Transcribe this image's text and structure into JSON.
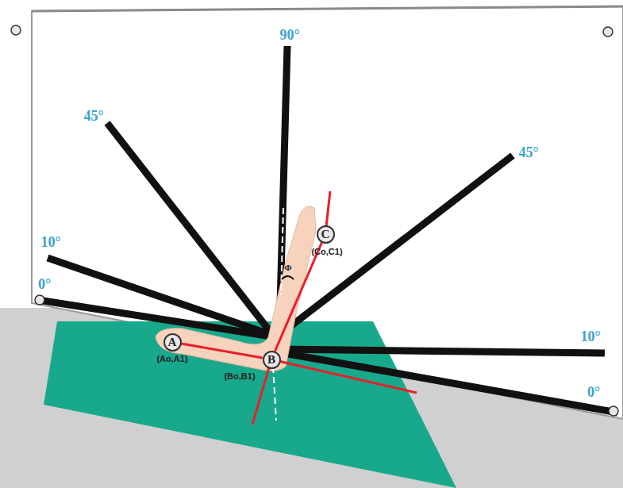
{
  "diagram": {
    "nodes": [
      {
        "text": [
          "A"
        ]
      },
      {
        "text": [
          "B"
        ]
      },
      {
        "text": [
          "C"
        ]
      }
    ],
    "edges": [
      {
        "from": 0,
        "to": 1,
        "arrow": "none"
      },
      {
        "from": 1,
        "to": 2,
        "arrow": "none"
      }
    ],
    "labels": [
      "90°",
      "45°",
      "10°",
      "0°",
      "45°",
      "10°",
      "0°",
      "(Ao,A1)",
      "(Bo,B1)",
      "(Co,C1)",
      "Φ"
    ]
  }
}
